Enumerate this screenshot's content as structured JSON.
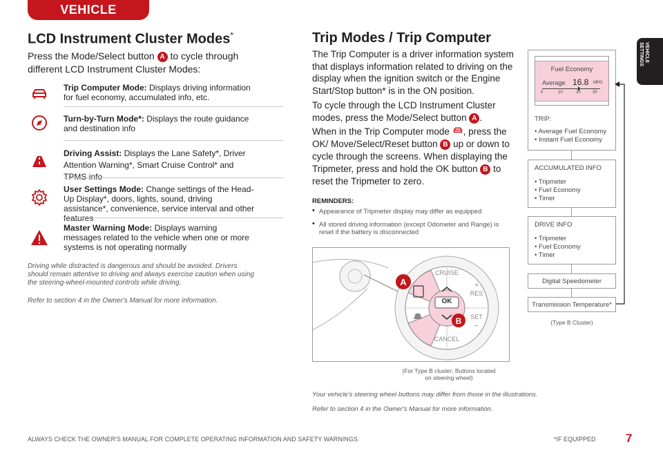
{
  "header": {
    "section_tab": "VEHICLE SETTINGS",
    "side_tab": "VEHICLE\nSETTINGS"
  },
  "left": {
    "title": "LCD Instrument Cluster Modes",
    "title_mark": "*",
    "intro_before": "Press the Mode/Select button ",
    "intro_badge": "A",
    "intro_after": " to cycle through different LCD Instrument Cluster Modes:",
    "modes": [
      {
        "name": "Trip Computer Mode:",
        "desc": " Displays driving information for fuel economy, accumulated info, etc.",
        "icon": "trip-computer-icon"
      },
      {
        "name": "Turn-by-Turn Mode*:",
        "desc": " Displays the route guidance and destination info",
        "icon": "compass-icon"
      },
      {
        "name": "Driving Assist:",
        "desc": " Displays the Lane Safety*, Driver Attention Warning*, Smart Cruise Control* and TPMS info",
        "icon": "lane-icon"
      },
      {
        "name": "User Settings Mode:",
        "desc": " Change settings of the Head-Up Display*, doors, lights, sound, driving assistance*, convenience, service interval and other features",
        "icon": "gear-icon"
      },
      {
        "name": "Master Warning Mode:",
        "desc": " Displays warning messages related to the vehicle when one or more systems is not operating normally",
        "icon": "warning-icon"
      }
    ],
    "caution": "Driving while distracted is dangerous and should be avoided. Drivers should remain attentive to driving and always exercise caution when using the steering-wheel-mounted controls while driving.",
    "refer": "Refer to section 4 in the Owner's Manual for more information."
  },
  "right": {
    "title": "Trip Modes / Trip Computer",
    "p1": "The Trip Computer is a driver information system that displays information related to driving on the display when the ignition switch or the Engine Start/Stop button* is in the ON position.",
    "p2_before": "To cycle through the LCD Instrument Cluster modes, press the Mode/Select button ",
    "p2_badge": "A",
    "p2_after": ".",
    "p3_a": "When in the Trip Computer mode ",
    "p3_b": ", press the OK/ Move/Select/Reset button ",
    "p3_badge": "B",
    "p3_c": " up or down to cycle through the screens. When displaying the Tripmeter, press and hold the OK button ",
    "p3_badge2": "B",
    "p3_d": " to reset the Tripmeter to zero.",
    "reminders_title": "REMINDERS:",
    "reminders": [
      "Appearance of Tripmeter display may differ as equipped",
      "All stored driving information (except Odometer and Range) is reset if the battery is disconnected"
    ],
    "wheel_caption_1": "(For Type B cluster; Buttons located",
    "wheel_caption_2": "on steering wheel)",
    "wheel": {
      "cruise": "CRUISE",
      "res": "RES",
      "plus": "+",
      "set": "SET",
      "minus": "–",
      "cancel": "CANCEL",
      "ok": "OK",
      "label_a": "A",
      "label_b": "B"
    },
    "bottom_note": "Your vehicle's steering wheel buttons may differ from those in the illustrations.",
    "bottom_refer": "Refer to section 4 in the Owner's Manual for more information."
  },
  "diagram": {
    "screen_title": "Fuel Economy",
    "screen_avg_label": "Average",
    "screen_avg_value": "16.8",
    "screen_avg_unit": "MPG",
    "screen_scale": [
      "0",
      "10",
      "20",
      "30"
    ],
    "trip_title": "TRIP:",
    "trip_items": [
      "• Average Fuel Economy",
      "• Instant Fuel Economy"
    ],
    "acc_title": "ACCUMULATED INFO",
    "acc_items": [
      "• Tripmeter",
      "• Fuel Economy",
      "• Timer"
    ],
    "drive_title": "DRIVE INFO",
    "drive_items": [
      "• Tripmeter",
      "• Fuel Economy",
      "• Timer"
    ],
    "digital_speedo": "Digital Speedometer",
    "trans_temp": "Transmission Temperature*",
    "caption": "(Type B Cluster)"
  },
  "footer": {
    "warning": "ALWAYS CHECK THE OWNER'S MANUAL FOR COMPLETE OPERATING INFORMATION AND SAFETY WARNINGS.",
    "if_equipped": "*IF EQUIPPED",
    "page": "7"
  },
  "colors": {
    "accent": "#c4161c",
    "dark": "#231f20",
    "screen": "#f7d0dc"
  }
}
